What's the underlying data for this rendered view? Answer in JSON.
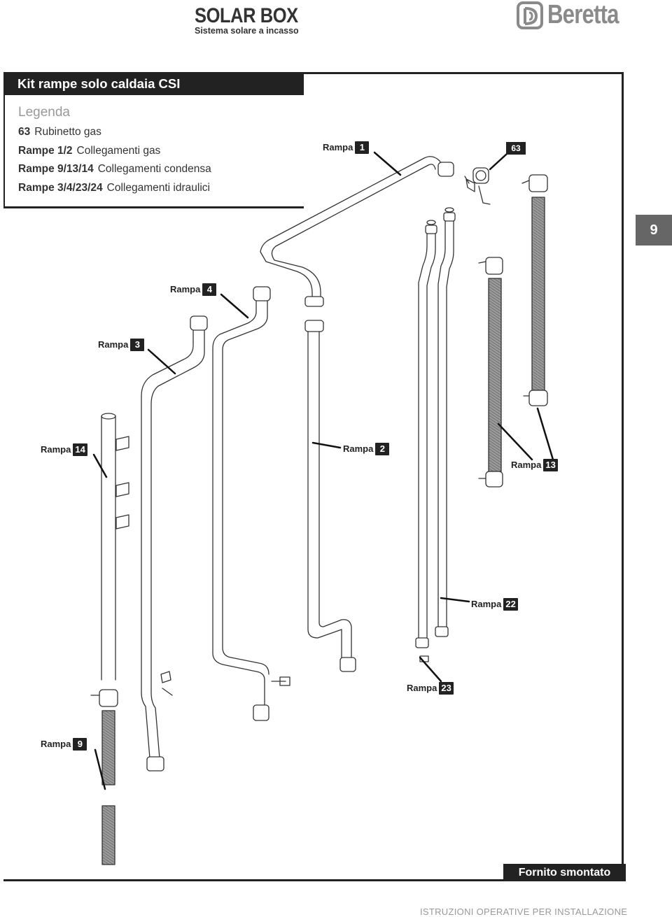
{
  "header": {
    "title": "SOLAR BOX",
    "subtitle": "Sistema solare a incasso",
    "brand": "Beretta"
  },
  "kit": {
    "title": "Kit rampe solo caldaia CSI"
  },
  "legend": {
    "title": "Legenda",
    "items": [
      {
        "code": "63",
        "text": "Rubinetto gas"
      },
      {
        "code": "Rampe 1/2",
        "text": "Collegamenti gas"
      },
      {
        "code": "Rampe 9/13/14",
        "text": "Collegamenti condensa"
      },
      {
        "code": "Rampe 3/4/23/24",
        "text": "Collegamenti idraulici"
      }
    ]
  },
  "side_tab": "9",
  "callouts": {
    "rampa_label": "Rampa",
    "r1": "1",
    "r63": "63",
    "r4": "4",
    "r3": "3",
    "r14": "14",
    "r2": "2",
    "r13": "13",
    "r22": "22",
    "r23": "23",
    "r9": "9"
  },
  "fornito": "Fornito smontato",
  "footer": "ISTRUZIONI OPERATIVE PER INSTALLAZIONE",
  "colors": {
    "ink": "#222222",
    "tab_gray": "#666666",
    "legend_title_gray": "#999999",
    "corrugated": "#8a8a8a"
  }
}
